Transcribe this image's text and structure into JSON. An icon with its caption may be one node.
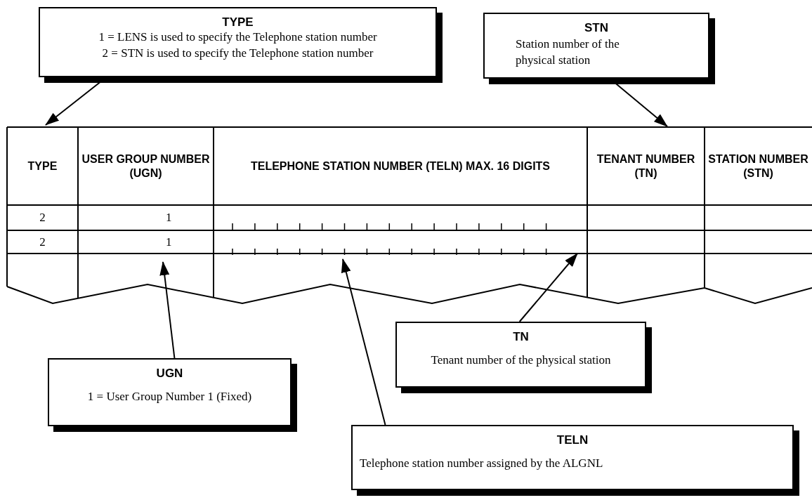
{
  "diagram": {
    "nodes": [
      {
        "text": [
          "TYPE",
          "1 = LENS is used to specify the Telephone station number",
          "2 = STN is used to specify the Telephone station number"
        ]
      },
      {
        "text": [
          "STN",
          "Station number of the physical station"
        ]
      },
      {
        "text": [
          "TN",
          "Tenant number of the physical station"
        ]
      },
      {
        "text": [
          "UGN",
          "1 = User Group Number 1 (Fixed)"
        ]
      },
      {
        "text": [
          "TELN",
          "Telephone station number assigned by the ALGNL"
        ]
      }
    ],
    "edges": [
      {
        "from": 0,
        "to": null,
        "arrow": "to"
      },
      {
        "from": 1,
        "to": null,
        "arrow": "to"
      },
      {
        "from": 2,
        "to": null,
        "arrow": "to"
      },
      {
        "from": 3,
        "to": null,
        "arrow": "to"
      },
      {
        "from": 4,
        "to": null,
        "arrow": "to"
      }
    ],
    "labels": [
      "TYPE",
      "USER GROUP NUMBER (UGN)",
      "TELEPHONE STATION NUMBER (TELN) MAX. 16 DIGITS",
      "TENANT NUMBER (TN)",
      "STATION NUMBER (STN)",
      "2",
      "1",
      "2",
      "1"
    ]
  }
}
